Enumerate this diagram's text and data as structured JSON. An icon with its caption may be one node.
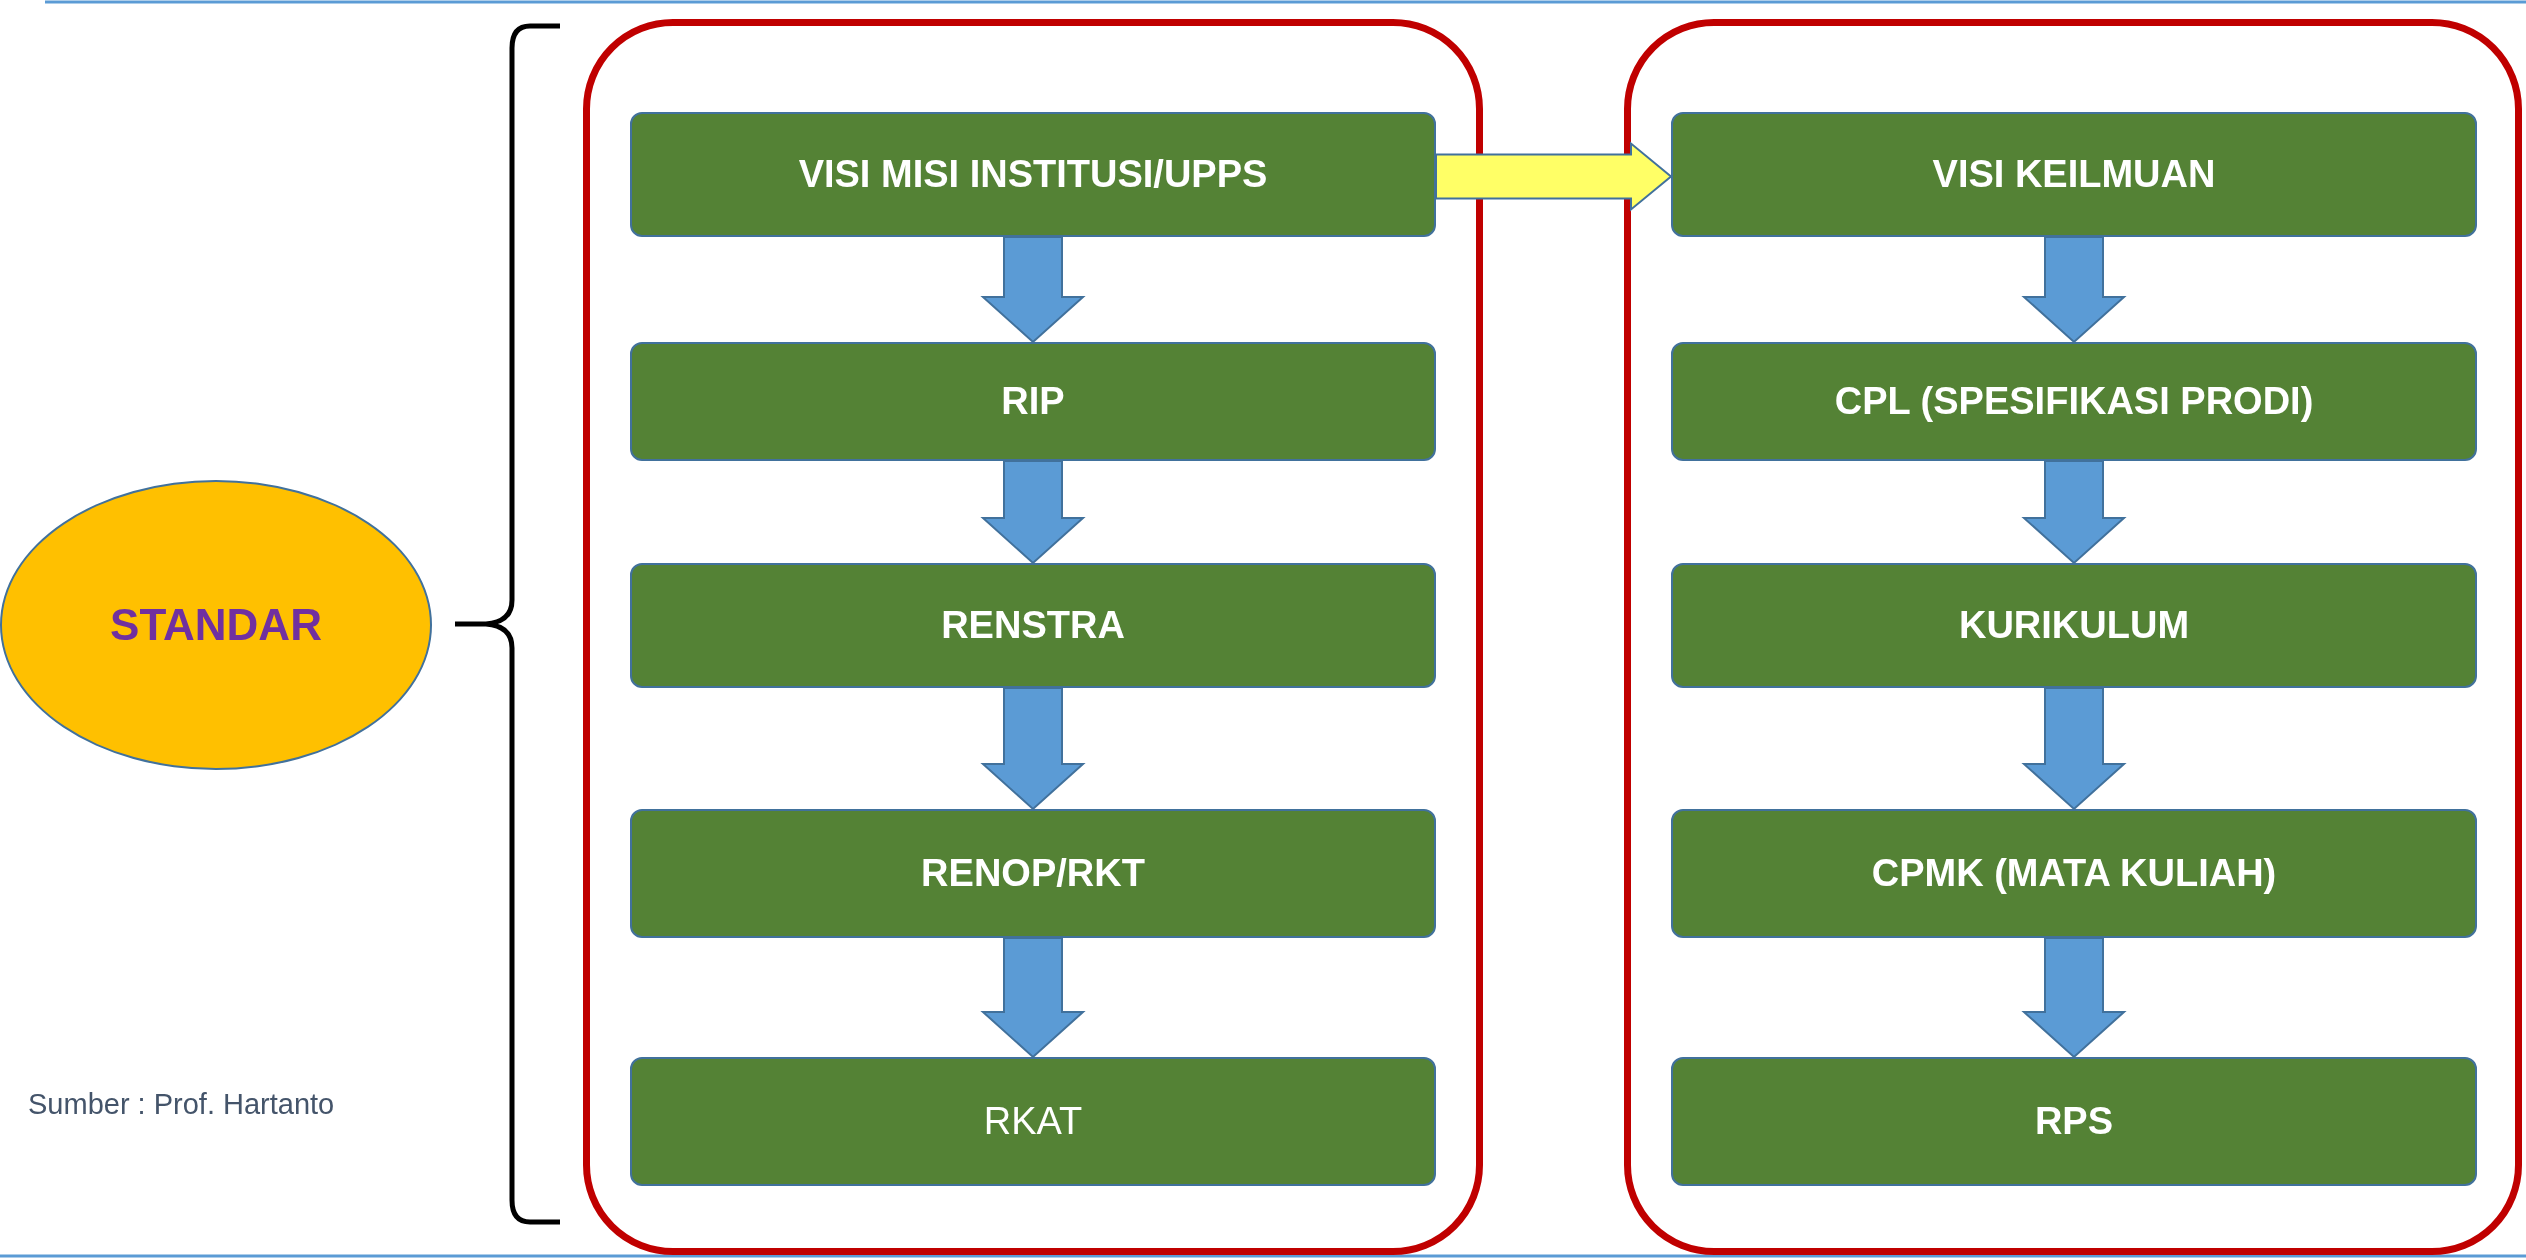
{
  "diagram": {
    "nodes": [
      {
        "text": [
          "STANDAR"
        ]
      },
      {
        "text": [],
        "shape": "box"
      },
      {
        "text": [
          "VISI MISI INSTITUSI/UPPS"
        ],
        "in": 1
      },
      {
        "text": [
          "RIP"
        ],
        "in": 1
      },
      {
        "text": [
          "RENSTRA"
        ],
        "in": 1
      },
      {
        "text": [
          "RENOP/RKT"
        ],
        "in": 1
      },
      {
        "text": [
          "RKAT"
        ],
        "in": 1
      },
      {
        "text": [],
        "shape": "box"
      },
      {
        "text": [
          "VISI KEILMUAN"
        ],
        "in": 7
      },
      {
        "text": [
          "CPL (SPESIFIKASI PRODI)"
        ],
        "in": 7
      },
      {
        "text": [
          "KURIKULUM"
        ],
        "in": 7
      },
      {
        "text": [
          "CPMK (MATA KULIAH)"
        ],
        "in": 7
      },
      {
        "text": [
          "RPS"
        ],
        "in": 7
      }
    ],
    "edges": [
      {
        "from": 2,
        "to": 8,
        "arrow": "to",
        "color": "#ffff66"
      },
      {
        "from": 2,
        "to": 3,
        "arrow": "to"
      },
      {
        "from": 3,
        "to": 4,
        "arrow": "to"
      },
      {
        "from": 4,
        "to": 5,
        "arrow": "to"
      },
      {
        "from": 5,
        "to": 6,
        "arrow": "to"
      },
      {
        "from": 8,
        "to": 9,
        "arrow": "to"
      },
      {
        "from": 9,
        "to": 10,
        "arrow": "to"
      },
      {
        "from": 10,
        "to": 11,
        "arrow": "to"
      },
      {
        "from": 11,
        "to": 12,
        "arrow": "to"
      }
    ],
    "labels": [
      "Sumber : Prof. Hartanto"
    ]
  }
}
